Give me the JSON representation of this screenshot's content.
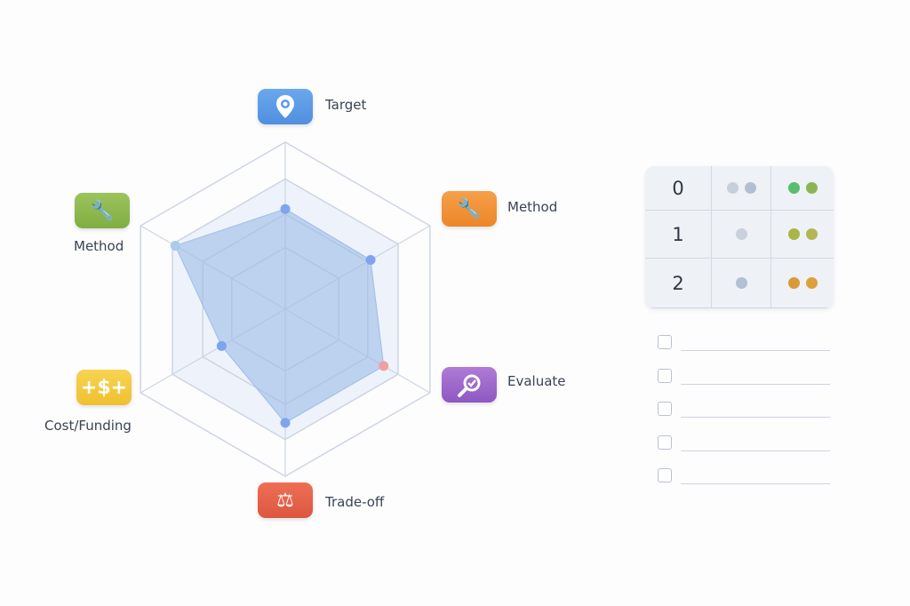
{
  "chart_data": {
    "type": "radar",
    "axes": [
      "Target",
      "Method",
      "Evaluate",
      "Trade-off",
      "Cost/Funding",
      "Method"
    ],
    "values": [
      0.6,
      0.59,
      0.68,
      0.68,
      0.44,
      0.76
    ],
    "range": [
      0,
      1
    ],
    "rings": 4,
    "highlight_point": 2,
    "colors": {
      "fill": "#9dbde6",
      "point": "#7fa3ef",
      "highlight": "#f0a0a0",
      "grid": "#cdd5e2"
    }
  },
  "labels": {
    "target": "Target",
    "method_right": "Method",
    "evaluate": "Evaluate",
    "tradeoff": "Trade-off",
    "cost": "Cost/Funding",
    "method_left": "Method"
  },
  "icons": {
    "target": "map-pin",
    "method_right": "wrench",
    "evaluate": "magnifier-check",
    "tradeoff": "scale",
    "cost": "dollar",
    "method_left": "wrench"
  },
  "table": {
    "rows": [
      {
        "label": "0",
        "mid": [
          "#c6cfdb",
          "#b3bfd1"
        ],
        "right": [
          "#5bbd6e",
          "#8bb552"
        ]
      },
      {
        "label": "1",
        "mid": [
          "#c9d1dd"
        ],
        "right": [
          "#a8b648",
          "#b3b655"
        ]
      },
      {
        "label": "2",
        "mid": [
          "#b3bfd3"
        ],
        "right": [
          "#d99a38",
          "#dea03c"
        ]
      }
    ]
  },
  "checklist": {
    "count": 5
  }
}
